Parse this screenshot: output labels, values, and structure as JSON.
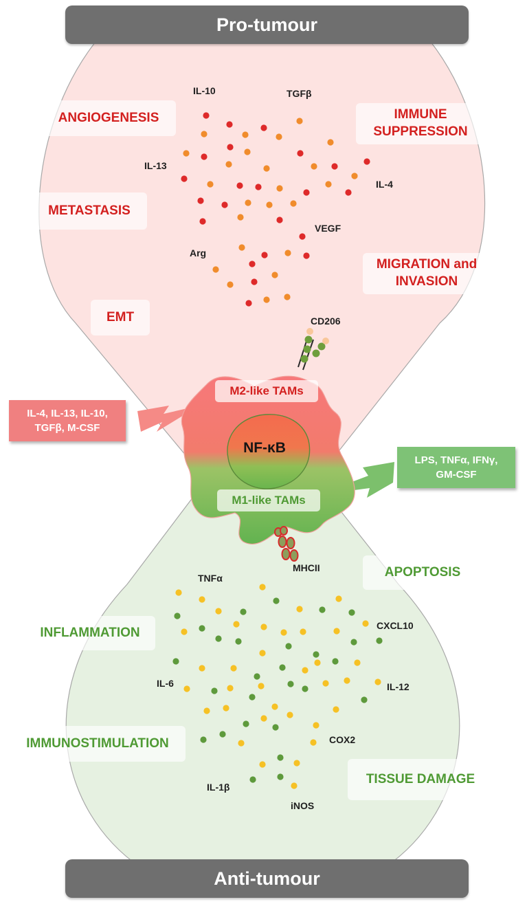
{
  "header": {
    "pro_tumour": "Pro-tumour",
    "anti_tumour": "Anti-tumour"
  },
  "pro_outcomes": {
    "angiogenesis": "ANGIOGENESIS",
    "immune_suppression": [
      "IMMUNE",
      "SUPPRESSION"
    ],
    "metastasis": "METASTASIS",
    "migration_invasion": [
      "MIGRATION and",
      "INVASION"
    ],
    "emt": "EMT"
  },
  "anti_outcomes": {
    "apoptosis": "APOPTOSIS",
    "inflammation": "INFLAMMATION",
    "immunostimulation": "IMMUNOSTIMULATION",
    "tissue_damage": "TISSUE DAMAGE"
  },
  "m2_cytokines": {
    "il10": "IL-10",
    "tgfb": "TGFβ",
    "il13": "IL-13",
    "il4": "IL-4",
    "vegf": "VEGF",
    "arg": "Arg",
    "cd206": "CD206"
  },
  "m1_cytokines": {
    "tnfa": "TNFα",
    "mhcii": "MHCII",
    "cxcl10": "CXCL10",
    "il6": "IL-6",
    "il12": "IL-12",
    "cox2": "COX2",
    "il1b": "IL-1β",
    "inos": "iNOS"
  },
  "stimuli": {
    "m2": [
      "IL-4, IL-13, IL-10,",
      "TGFβ, M-CSF"
    ],
    "m1": [
      "LPS, TNFα, IFNγ,",
      "GM-CSF"
    ]
  },
  "cell": {
    "m2_label": "M2-like TAMs",
    "m1_label": "M1-like TAMs",
    "nucleus": "NF-κB"
  },
  "colors": {
    "pro_fill": "#fde3e1",
    "anti_fill": "#e6f1e1",
    "red_text": "#d3201f",
    "green_text": "#4f9a34",
    "dot_red": "#de2a2a",
    "dot_orange": "#f08c2c",
    "dot_green": "#5e9a3c",
    "dot_yellow": "#f6c125",
    "bar_grey": "#6f6f6f"
  }
}
